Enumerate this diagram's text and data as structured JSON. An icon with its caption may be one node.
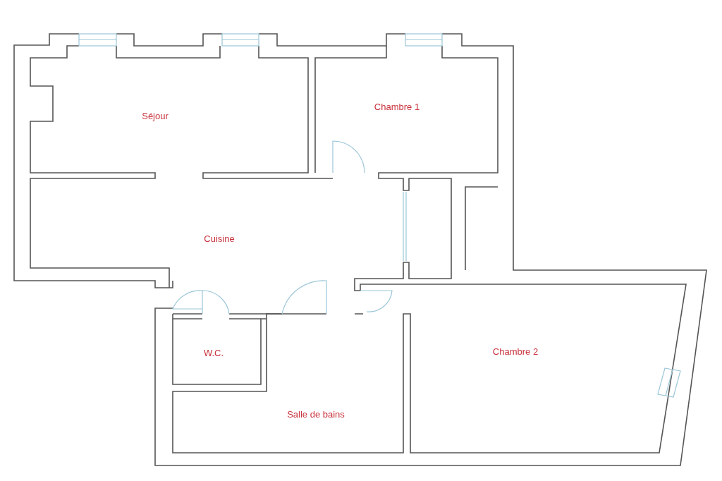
{
  "diagram": {
    "labels": [
      "Séjour",
      "Chambre 1",
      "Cuisine",
      "W.C.",
      "Salle de bains",
      "Chambre 2"
    ]
  }
}
